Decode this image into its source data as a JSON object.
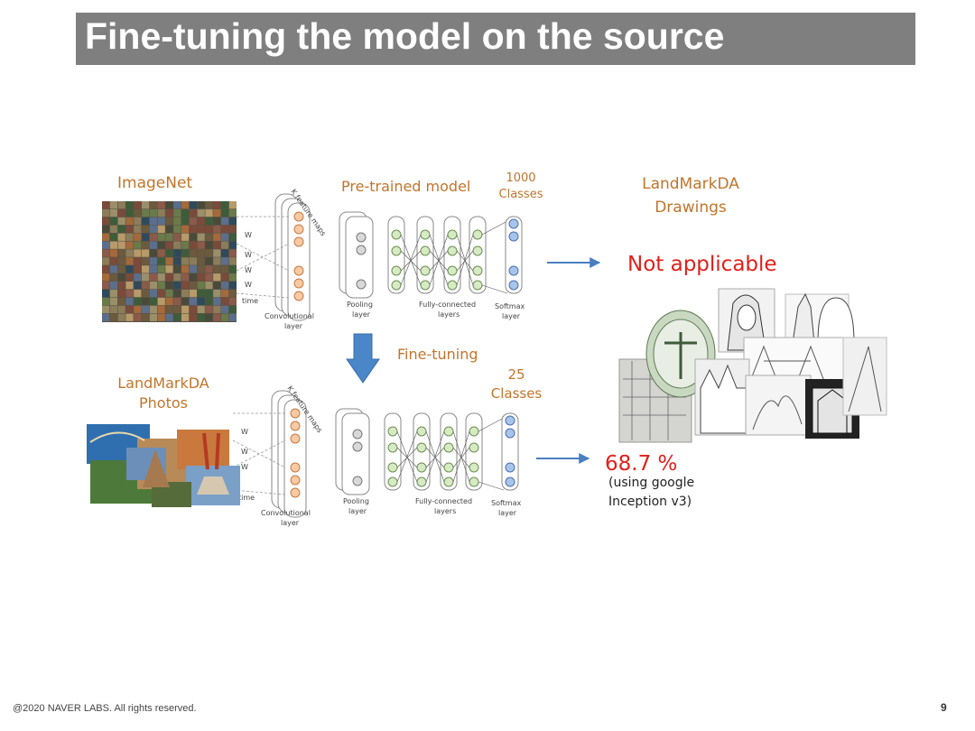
{
  "slide": {
    "title": "Fine-tuning the model on the source",
    "footer": "@2020 NAVER LABS. All rights reserved.",
    "page_number": "9"
  },
  "top": {
    "dataset_label": "ImageNet",
    "model_label": "Pre-trained model",
    "classes_count": "1000",
    "classes_word": "Classes",
    "target_label_line1": "LandMarkDA",
    "target_label_line2": "Drawings",
    "result": "Not applicable"
  },
  "middle": {
    "step_label": "Fine-tuning"
  },
  "bottom": {
    "dataset_label_line1": "LandMarkDA",
    "dataset_label_line2": "Photos",
    "classes_count": "25",
    "classes_word": "Classes",
    "result": "68.7 %",
    "note_line1": "(using google",
    "note_line2": "Inception v3)"
  },
  "network_labels": {
    "feature_maps": "K feature maps",
    "time": "time",
    "conv": "Convolutional layer",
    "pooling": "Pooling layer",
    "fc": "Fully-connected layers",
    "softmax": "Softmax layer",
    "w": "W"
  }
}
